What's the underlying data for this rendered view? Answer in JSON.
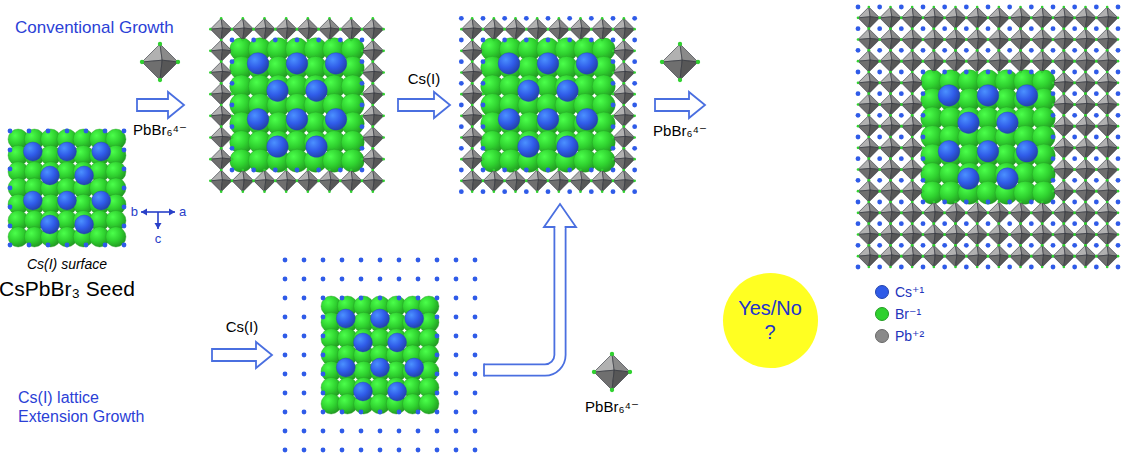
{
  "diagram": {
    "nodes": [
      {
        "text": [
          "Yes/No ?"
        ]
      }
    ],
    "labels": [
      "Conventional Growth",
      "PbBr₆⁴⁻",
      "Cs(I)",
      "PbBr₆⁴⁻",
      "b",
      "a",
      "c",
      "Cs(I) surface",
      "CsPbBr₃ Seed",
      "Cs(I)",
      "Cs(I) lattice Extension Growth",
      "PbBr₆⁴⁻"
    ],
    "legend": [
      {
        "text": "Cs⁺¹",
        "color": "#2f5be8"
      },
      {
        "text": "Br⁻¹",
        "color": "#2fd12f"
      },
      {
        "text": "Pb⁺²",
        "color": "#8a8a8a"
      }
    ]
  }
}
